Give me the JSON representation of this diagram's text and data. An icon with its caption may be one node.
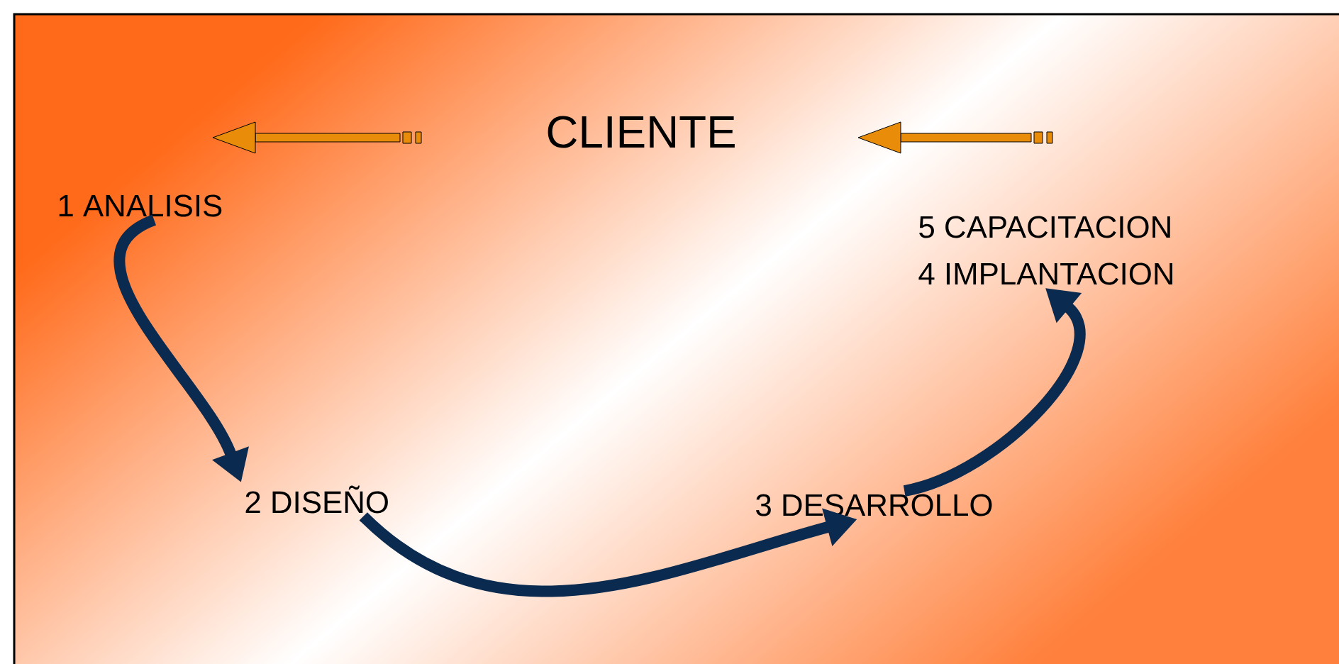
{
  "diagram": {
    "nodes": [
      {
        "text": [
          "CLIENTE"
        ]
      },
      {
        "text": [
          "1 ANALISIS"
        ]
      },
      {
        "text": [
          "5 CAPACITACION"
        ]
      },
      {
        "text": [
          "4 IMPLANTACION"
        ]
      },
      {
        "text": [
          "2 DISEÑO"
        ]
      },
      {
        "text": [
          "3 DESARROLLO"
        ]
      }
    ],
    "edges": [
      {
        "from": 1,
        "to": 4,
        "arrow": "to"
      },
      {
        "from": 4,
        "to": 5,
        "arrow": "to"
      },
      {
        "from": 5,
        "to": 3,
        "arrow": "to"
      }
    ]
  }
}
